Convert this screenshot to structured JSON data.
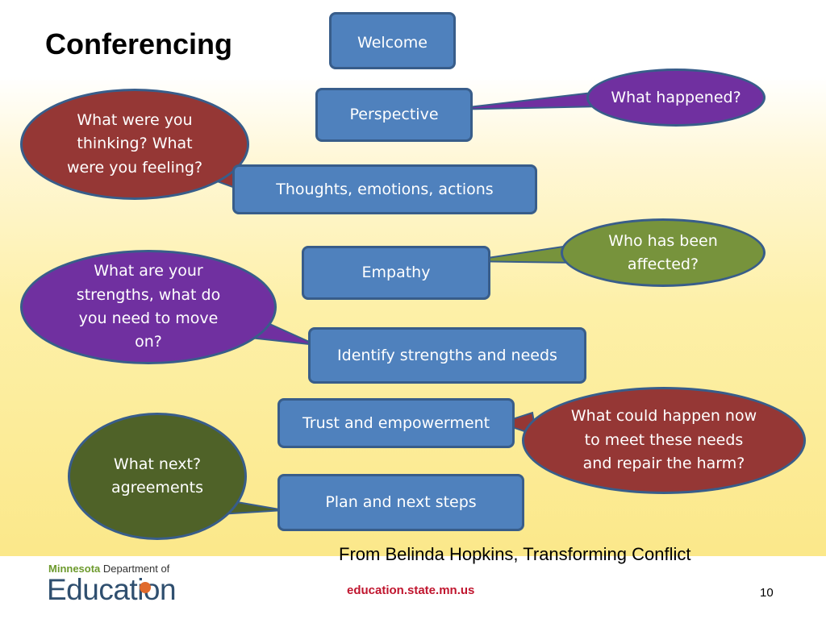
{
  "slide": {
    "title": "Conferencing",
    "credit": "From Belinda Hopkins, Transforming Conflict",
    "page_number": "10"
  },
  "boxes": [
    {
      "label": "Welcome"
    },
    {
      "label": "Perspective"
    },
    {
      "label": "Thoughts, emotions, actions"
    },
    {
      "label": "Empathy"
    },
    {
      "label": "Identify strengths and needs"
    },
    {
      "label": "Trust and empowerment"
    },
    {
      "label": "Plan and next steps"
    }
  ],
  "bubbles": [
    {
      "text": "What happened?",
      "color": "#7030a0"
    },
    {
      "text": "What were you thinking? What were you feeling?",
      "color": "#953735"
    },
    {
      "text": "Who has been affected?",
      "color": "#77933c"
    },
    {
      "text": "What are your strengths, what do you need to move on?",
      "color": "#7030a0"
    },
    {
      "text": "What  could happen now to meet these needs and repair the harm?",
      "color": "#953735"
    },
    {
      "text": "What next? agreements",
      "color": "#4f6228"
    }
  ],
  "footer": {
    "logo_state": "Minnesota",
    "logo_dept": "Department of",
    "logo_main": "Education",
    "url": "education.state.mn.us"
  }
}
